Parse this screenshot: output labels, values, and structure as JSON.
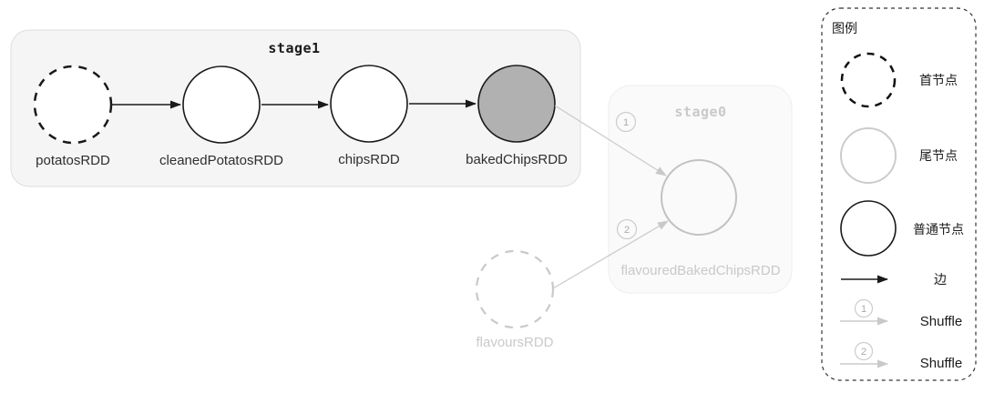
{
  "diagram": {
    "stage1": {
      "title": "stage1",
      "nodes": [
        {
          "label": "potatosRDD",
          "type": "head-node-dashed"
        },
        {
          "label": "cleanedPotatosRDD",
          "type": "normal-node"
        },
        {
          "label": "chipsRDD",
          "type": "normal-node"
        },
        {
          "label": "bakedChipsRDD",
          "type": "gray-filled-node"
        }
      ]
    },
    "stage0": {
      "title": "stage0",
      "node_label": "flavouredBakedChipsRDD"
    },
    "flavours_node": {
      "label": "flavoursRDD"
    },
    "shuffle_badges": [
      {
        "num": "1"
      },
      {
        "num": "2"
      }
    ]
  },
  "legend": {
    "title": "图例",
    "items": [
      {
        "label": "首节点"
      },
      {
        "label": "尾节点"
      },
      {
        "label": "普通节点"
      },
      {
        "label": "边"
      },
      {
        "num": "1",
        "label": "Shuffle"
      },
      {
        "num": "2",
        "label": "Shuffle"
      }
    ]
  },
  "colors": {
    "stage1_bg": "#f5f5f5",
    "stage1_border": "#dedede",
    "stage0_bg": "#fafafa",
    "stage0_border": "#eeeeee",
    "node_stroke": "#1a1a1a",
    "baked_node_fill": "#b1b1b1",
    "faded_stroke": "#c9c9c9",
    "shuffle_line": "#cccccc",
    "text_dark": "#2e2e2e",
    "text_faded": "#c9c9c9"
  }
}
